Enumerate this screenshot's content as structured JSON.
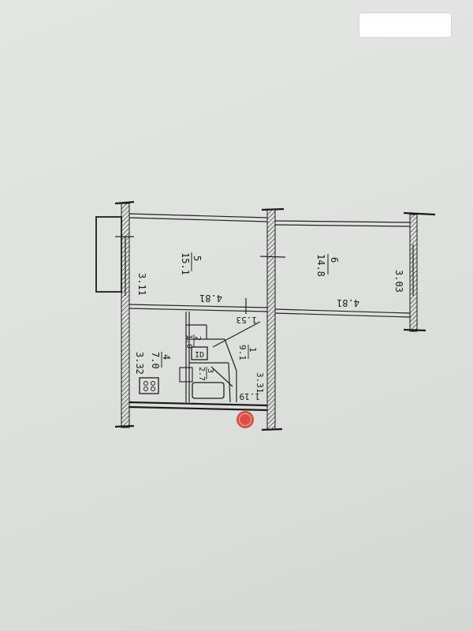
{
  "header": {
    "redacted_label": ""
  },
  "floorplan": {
    "dimensions": {
      "balcony_width": "3.11",
      "top_wall_length": "4.81",
      "bottom_wall_length": "4.81",
      "right_room_width": "3.03",
      "kitchen_width": "3.32",
      "corridor_length": "1.53",
      "bathroom_length": "1.19",
      "hall_width": "3.31"
    },
    "rooms": {
      "room_5": {
        "number": "5",
        "area": "15.1"
      },
      "room_6": {
        "number": "6",
        "area": "14.8"
      },
      "room_4": {
        "number": "4",
        "area": "7.0"
      },
      "room_1": {
        "number": "1",
        "area": "9.1"
      },
      "room_2": {
        "number": "2",
        "area": "1.0"
      },
      "room_3": {
        "number": "3",
        "area": "2.7"
      }
    },
    "fixtures": {
      "toilet_label": "ID"
    }
  },
  "stamp": {
    "text": ""
  },
  "colors": {
    "paper": "#e0e2e0",
    "ink": "#1c1c1c",
    "stamp": "#d9362b"
  }
}
